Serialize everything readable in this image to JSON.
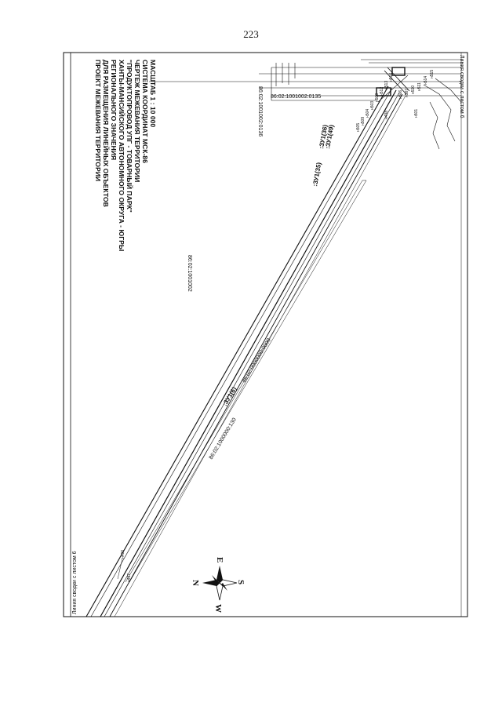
{
  "page_number": "223",
  "title_block": [
    "ПРОЕКТ МЕЖЕВАНИЯ ТЕРРИТОРИИ",
    "ДЛЯ РАЗМЕЩЕНИЯ ЛИНЕЙНЫХ ОБЪЕКТОВ",
    "РЕГИОНАЛЬНОГО ЗНАЧЕНИЯ",
    "ХАНТЫ-МАНСИЙСКОГО АВТОНОМНОГО ОКРУГА - ЮГРЫ",
    "\"ПРОДУКТОПРОВОД УПГ - ТОВАРНЫЙ ПАРК\"",
    "ЧЕРТЕЖ МЕЖЕВАНИЯ ТЕРРИТОРИИ",
    "СИСТЕМА КООРДИНАТ МСК-86",
    "МАСШТАБ 1 : 10 000"
  ],
  "match_line_top": "Линия сводки с листом 6",
  "match_line_bottom": "Линия сводки с листом 6",
  "parcels": {
    "quarter": "86:02:1001002",
    "p0135": "86:02:1001002:0135",
    "p0136": "86:02:1001002:0136",
    "p0000000": "86:02:0000000:0000",
    "p1000130": "86:02:1000000:130"
  },
  "zones": {
    "zu16": ":ЗУ1(6)",
    "zu35": ":ЗУ1(35)",
    "zu36": ":ЗУ1(36)",
    "zu49": ":ЗУ1(49)"
  },
  "points": {
    "n496": "н496",
    "n497": "н497",
    "n498": "н498",
    "n503": "н503",
    "n504": "н504",
    "n505": "н505",
    "n506": "н506",
    "n507": "н507",
    "n508": "н508",
    "n509": "н509",
    "n510": "н510",
    "n511": "н511",
    "n512": "н512",
    "n513": "н513",
    "n514": "н514",
    "n515": "н515",
    "n516": "н516",
    "n501": "н501"
  },
  "compass": {
    "n": "N",
    "e": "E",
    "s": "S",
    "w": "W"
  }
}
